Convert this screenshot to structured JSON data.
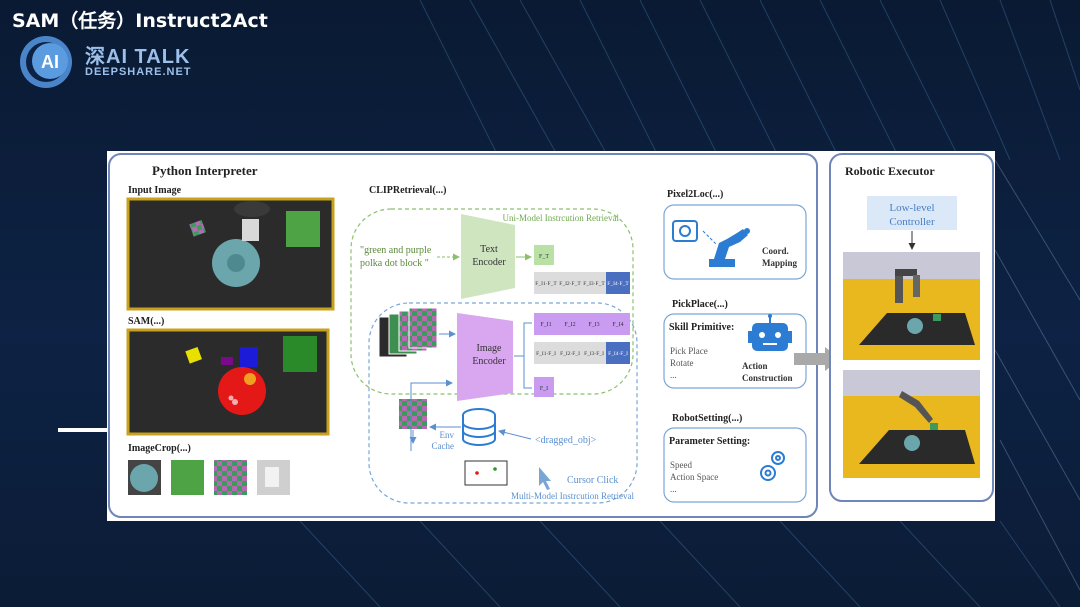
{
  "slide": {
    "title": "SAM（任务）Instruct2Act",
    "logo_name": "深AI TALK",
    "logo_sub": "DEEPSHARE.NET",
    "logo_mark": "AI"
  },
  "figure": {
    "python_interpreter": "Python Interpreter",
    "input_image": "Input Image",
    "sam": "SAM(...)",
    "image_crop": "ImageCrop(...)",
    "clip_retrieval": "CLIPRetrieval(...)",
    "uni_model": "Uni-Model Instrcution Retrieval",
    "multi_model": "Multi-Model Instrcution Retrieval",
    "quote_line1": "\"green and purple",
    "quote_line2": "polka dot block \"",
    "text_encoder_1": "Text",
    "text_encoder_2": "Encoder",
    "image_encoder_1": "Image",
    "image_encoder_2": "Encoder",
    "ft": "F_T",
    "fi": "F_I",
    "sim_row1": [
      "F_I1·F_T",
      "F_I2·F_T",
      "F_I3·F_T",
      "F_I4·F_T"
    ],
    "sim_row2": [
      "F_I1·F_I",
      "F_I2·F_I",
      "F_I3·F_I",
      "F_I4·F_I"
    ],
    "img_feats": [
      "F_I1",
      "F_I2",
      "F_I3",
      "F_I4"
    ],
    "env_cache_1": "Env",
    "env_cache_2": "Cache",
    "dragged_obj": "<dragged_obj>",
    "cursor_click": "Cursor Click",
    "pixel2loc": "Pixel2Loc(...)",
    "coord_1": "Coord.",
    "coord_2": "Mapping",
    "pickplace": "PickPlace(...)",
    "skill_primitive": "Skill Primitive:",
    "skill_items": [
      "Pick Place",
      "Rotate",
      "..."
    ],
    "action_1": "Action",
    "action_2": "Construction",
    "robotsetting": "RobotSetting(...)",
    "param_setting": "Parameter Setting:",
    "param_items": [
      "Speed",
      "Action Space",
      "..."
    ],
    "robotic_executor": "Robotic Executor",
    "low_level_1": "Low-level",
    "low_level_2": "Controller"
  },
  "colors": {
    "panel_border": "#6f86b8",
    "dashed_green": "#8cc06e",
    "dashed_blue": "#7aa6d6",
    "text_encoder": "#cfe5c0",
    "image_encoder": "#d9a6f0",
    "feature_purple": "#c99cf2",
    "feature_green": "#b9e0a5",
    "sim_grey": "#dcdcdc",
    "sim_blue": "#4a6fc0",
    "robot_blue": "#2d7cd4",
    "label_blue": "#5a8fd0",
    "controller_bg": "#dbe8f7",
    "table_yellow": "#e9b81f"
  }
}
